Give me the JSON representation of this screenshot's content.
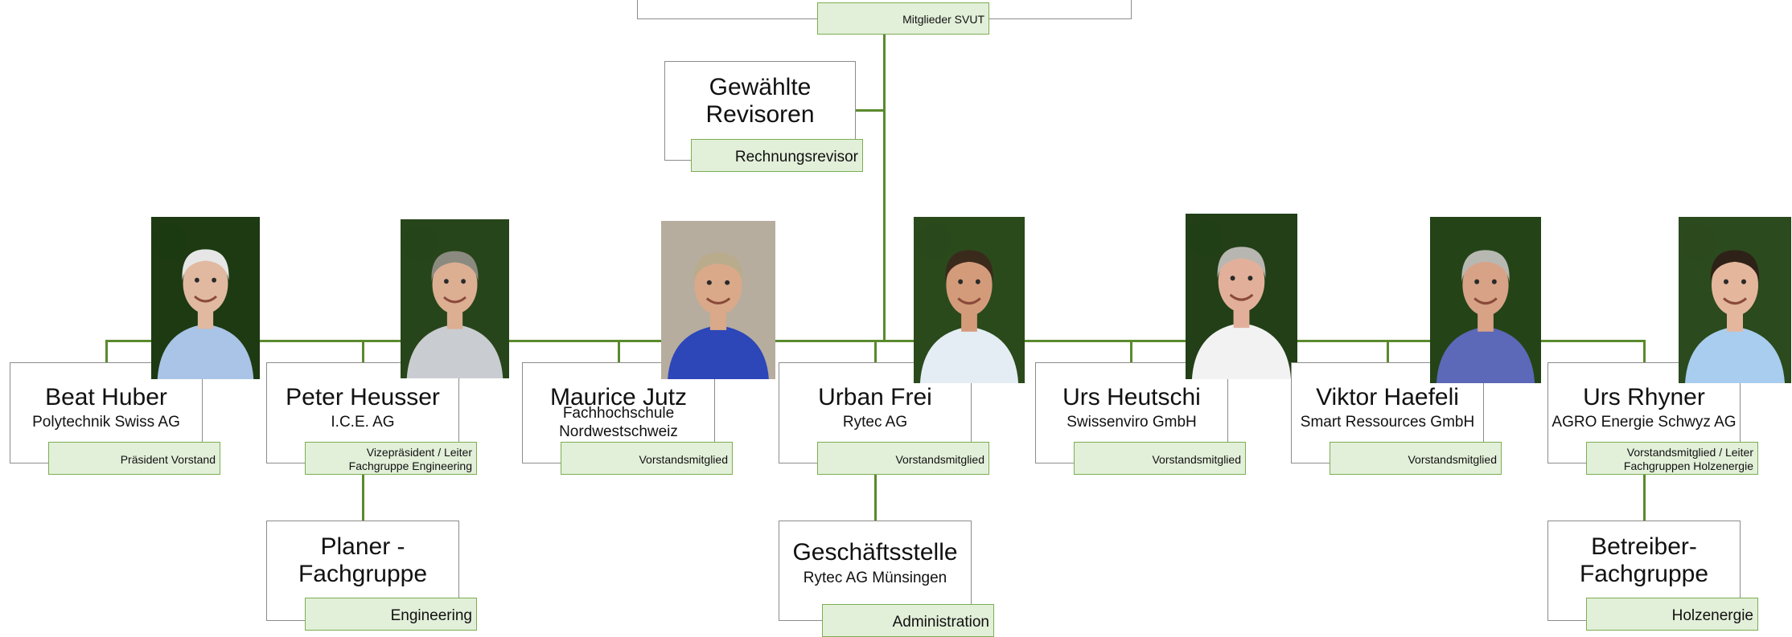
{
  "top": {
    "role": "Mitglieder SVUT"
  },
  "revisoren": {
    "title": "Gewählte Revisoren",
    "role": "Rechnungsrevisor"
  },
  "members": [
    {
      "name": "Beat Huber",
      "org": "Polytechnik Swiss AG",
      "role": "Präsident Vorstand",
      "skin": "#e0b9a0",
      "hair": "#e6e6e6",
      "shirt": "#a9c4e6",
      "bg": "#1d3a12"
    },
    {
      "name": "Peter Heusser",
      "org": "I.C.E. AG",
      "role": "Vizepräsident / Leiter Fachgruppe Engineering",
      "skin": "#dcae92",
      "hair": "#8a8a80",
      "shirt": "#c9ccd0",
      "bg": "#27451a"
    },
    {
      "name": "Maurice Jutz",
      "org": "Fachhochschule Nordwestschweiz",
      "role": "Vorstandsmitglied",
      "skin": "#d9a98a",
      "hair": "#b9ac8c",
      "shirt": "#2d46b8",
      "bg": "#b6ad9f"
    },
    {
      "name": "Urban Frei",
      "org": "Rytec AG",
      "role": "Vorstandsmitglied",
      "skin": "#d49b7b",
      "hair": "#3a2a1c",
      "shirt": "#e4ecf4",
      "bg": "#2a4a1c"
    },
    {
      "name": "Urs Heutschi",
      "org": "Swissenviro GmbH",
      "role": "Vorstandsmitglied",
      "skin": "#e2b09a",
      "hair": "#b8b6b0",
      "shirt": "#f2f2f2",
      "bg": "#223f17"
    },
    {
      "name": "Viktor Haefeli",
      "org": "Smart Ressources GmbH",
      "role": "Vorstandsmitglied",
      "skin": "#d8a286",
      "hair": "#b8b8b2",
      "shirt": "#5c68b8",
      "bg": "#244418"
    },
    {
      "name": "Urs Rhyner",
      "org": "AGRO Energie Schwyz AG",
      "role": "Vorstandsmitglied / Leiter Fachgruppen Holzenergie",
      "skin": "#e4b69c",
      "hair": "#2e2218",
      "shirt": "#a8cdee",
      "bg": "#2b4a1d"
    }
  ],
  "planer": {
    "title": "Planer - Fachgruppe",
    "role": "Engineering"
  },
  "geschaeftsstelle": {
    "title": "Geschäftsstelle",
    "org": "Rytec AG Münsingen",
    "role": "Administration"
  },
  "betreiber": {
    "title": "Betreiber- Fachgruppe",
    "role": "Holzenergie"
  }
}
